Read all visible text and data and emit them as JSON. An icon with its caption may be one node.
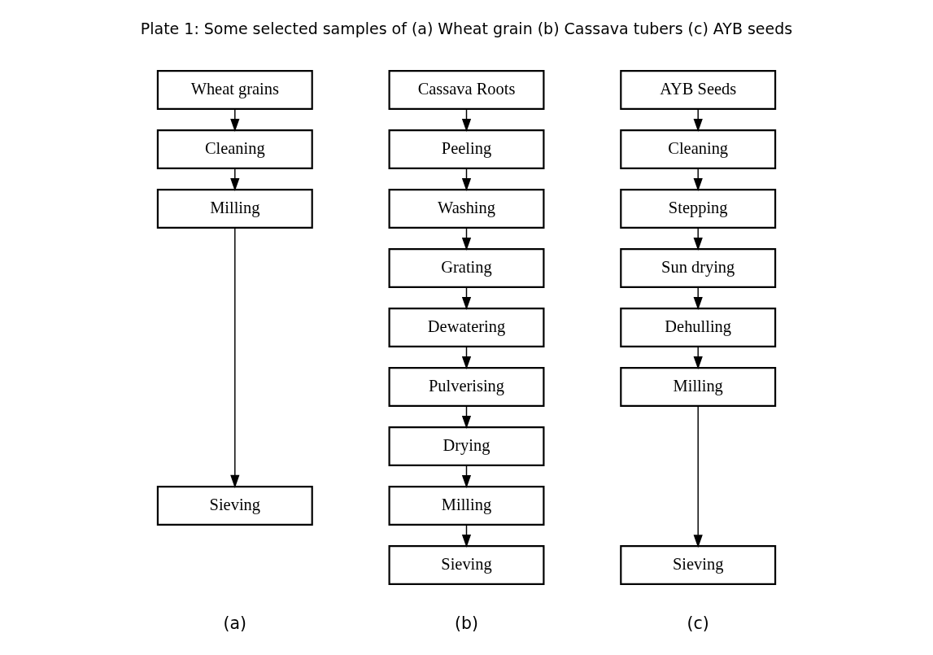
{
  "diagram": {
    "nodes": [
      {
        "text": [
          "Wheat grains"
        ]
      },
      {
        "text": [
          "Cleaning"
        ]
      },
      {
        "text": [
          "Milling"
        ]
      },
      {
        "text": [
          "Sieving"
        ]
      },
      {
        "text": [
          "Cassava Roots"
        ]
      },
      {
        "text": [
          "Peeling"
        ]
      },
      {
        "text": [
          "Washing"
        ]
      },
      {
        "text": [
          "Grating"
        ]
      },
      {
        "text": [
          "Dewatering"
        ]
      },
      {
        "text": [
          "Pulverising"
        ]
      },
      {
        "text": [
          "Drying"
        ]
      },
      {
        "text": [
          "Milling"
        ]
      },
      {
        "text": [
          "Sieving"
        ]
      },
      {
        "text": [
          "AYB Seeds"
        ]
      },
      {
        "text": [
          "Cleaning"
        ]
      },
      {
        "text": [
          "Stepping"
        ]
      },
      {
        "text": [
          "Sun drying"
        ]
      },
      {
        "text": [
          "Dehulling"
        ]
      },
      {
        "text": [
          "Milling"
        ]
      },
      {
        "text": [
          "Sieving"
        ]
      }
    ],
    "edges": [
      {
        "from": 0,
        "to": 1,
        "arrow": "to"
      },
      {
        "from": 1,
        "to": 2,
        "arrow": "to"
      },
      {
        "from": 2,
        "to": 3,
        "arrow": "to"
      },
      {
        "from": 4,
        "to": 5,
        "arrow": "to"
      },
      {
        "from": 5,
        "to": 6,
        "arrow": "to"
      },
      {
        "from": 6,
        "to": 7,
        "arrow": "to"
      },
      {
        "from": 7,
        "to": 8,
        "arrow": "to"
      },
      {
        "from": 8,
        "to": 9,
        "arrow": "to"
      },
      {
        "from": 9,
        "to": 10,
        "arrow": "to"
      },
      {
        "from": 10,
        "to": 11,
        "arrow": "to"
      },
      {
        "from": 11,
        "to": 12,
        "arrow": "to"
      },
      {
        "from": 13,
        "to": 14,
        "arrow": "to"
      },
      {
        "from": 14,
        "to": 15,
        "arrow": "to"
      },
      {
        "from": 15,
        "to": 16,
        "arrow": "to"
      },
      {
        "from": 16,
        "to": 17,
        "arrow": "to"
      },
      {
        "from": 17,
        "to": 18,
        "arrow": "to"
      },
      {
        "from": 18,
        "to": 19,
        "arrow": "to"
      }
    ],
    "labels": [
      "Plate 1: Some selected samples of (a) Wheat grain (b) Cassava tubers (c) AYB seeds",
      "(a)",
      "(b)",
      "(c)"
    ]
  }
}
